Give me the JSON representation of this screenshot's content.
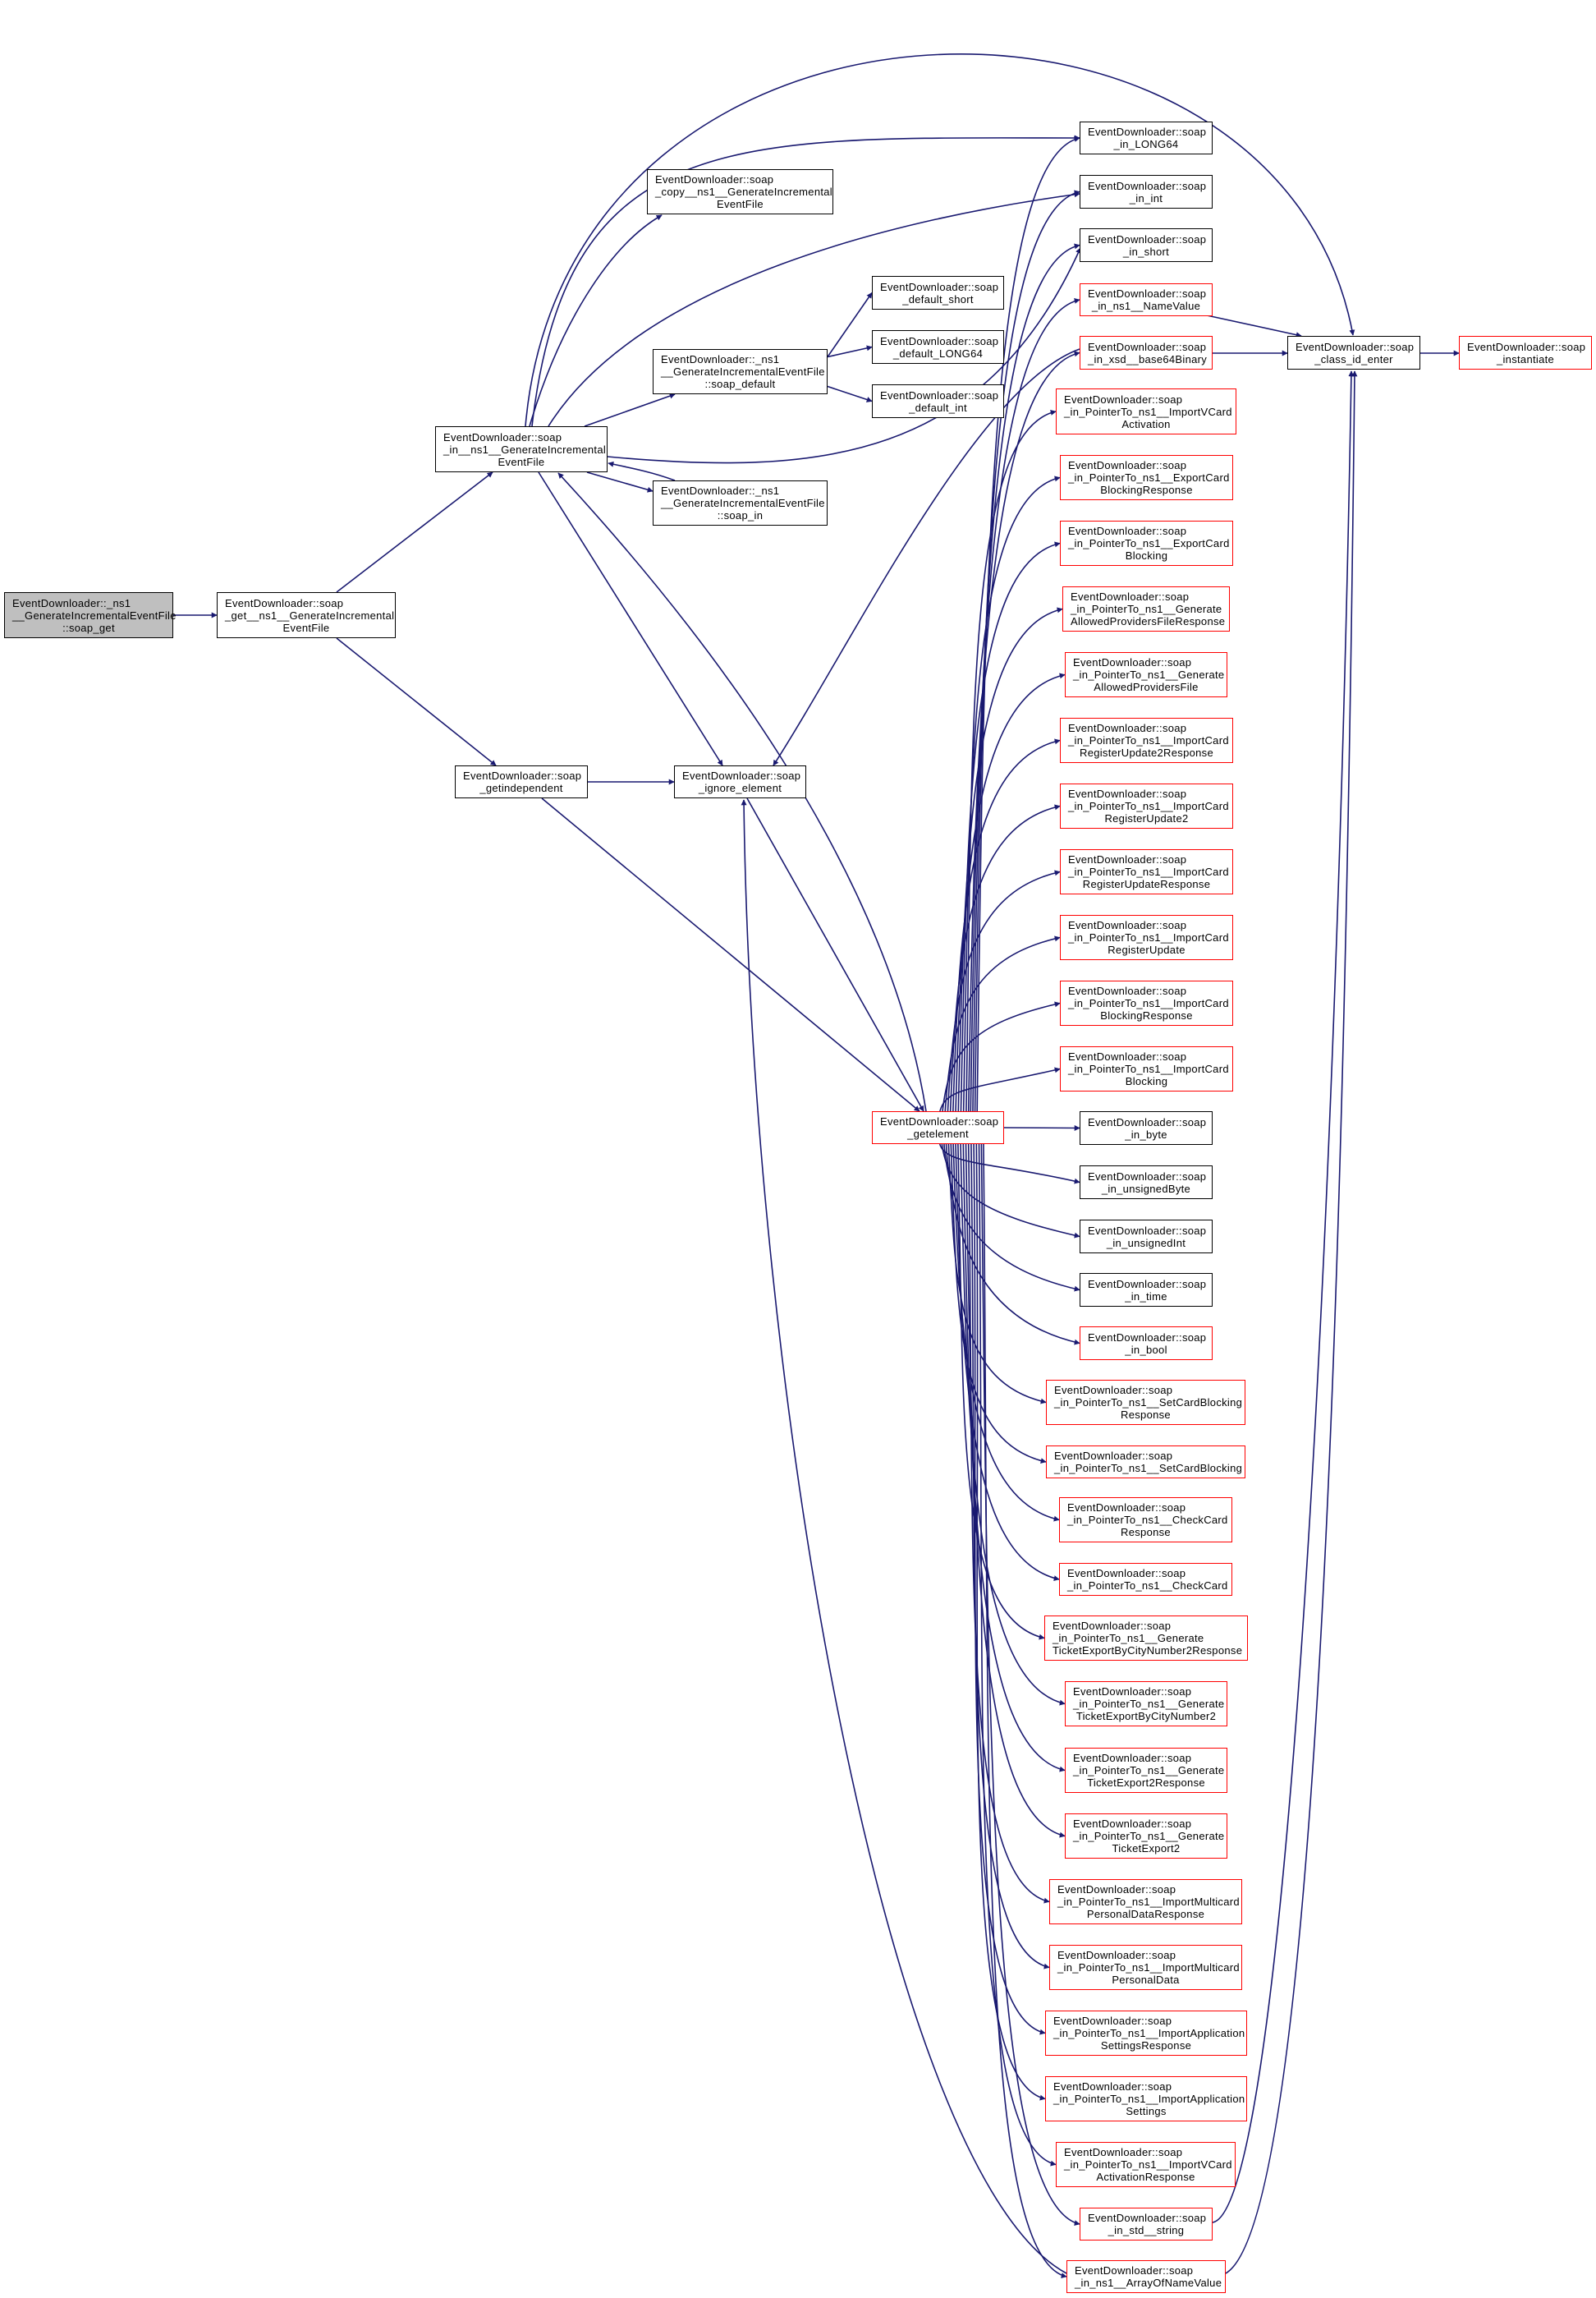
{
  "graph": {
    "colors": {
      "edge": "#191970",
      "normal_border": "#000000",
      "red_border": "#ff0000",
      "root_fill": "#bfbfbf"
    },
    "nodes": [
      {
        "id": "root",
        "style": "root",
        "lines": [
          "EventDownloader::_ns1",
          "__GenerateIncrementalEventFile",
          "::soap_get"
        ]
      },
      {
        "id": "get",
        "style": "normal",
        "lines": [
          "EventDownloader::soap",
          "_get__ns1__GenerateIncremental",
          "EventFile"
        ]
      },
      {
        "id": "in_gief",
        "style": "normal",
        "lines": [
          "EventDownloader::soap",
          "_in__ns1__GenerateIncremental",
          "EventFile"
        ]
      },
      {
        "id": "copy",
        "style": "normal",
        "lines": [
          "EventDownloader::soap",
          "_copy__ns1__GenerateIncremental",
          "EventFile"
        ]
      },
      {
        "id": "default",
        "style": "normal",
        "lines": [
          "EventDownloader::_ns1",
          "__GenerateIncrementalEventFile",
          "::soap_default"
        ]
      },
      {
        "id": "nsin",
        "style": "normal",
        "lines": [
          "EventDownloader::_ns1",
          "__GenerateIncrementalEventFile",
          "::soap_in"
        ]
      },
      {
        "id": "dshort",
        "style": "normal",
        "lines": [
          "EventDownloader::soap",
          "_default_short"
        ]
      },
      {
        "id": "dlong",
        "style": "normal",
        "lines": [
          "EventDownloader::soap",
          "_default_LONG64"
        ]
      },
      {
        "id": "dint",
        "style": "normal",
        "lines": [
          "EventDownloader::soap",
          "_default_int"
        ]
      },
      {
        "id": "indep",
        "style": "normal",
        "lines": [
          "EventDownloader::soap",
          "_getindependent"
        ]
      },
      {
        "id": "ignore",
        "style": "normal",
        "lines": [
          "EventDownloader::soap",
          "_ignore_element"
        ]
      },
      {
        "id": "getel",
        "style": "red",
        "lines": [
          "EventDownloader::soap",
          "_getelement"
        ]
      },
      {
        "id": "long64",
        "style": "normal",
        "lines": [
          "EventDownloader::soap",
          "_in_LONG64"
        ]
      },
      {
        "id": "int",
        "style": "normal",
        "lines": [
          "EventDownloader::soap",
          "_in_int"
        ]
      },
      {
        "id": "short",
        "style": "normal",
        "lines": [
          "EventDownloader::soap",
          "_in_short"
        ]
      },
      {
        "id": "namevalue",
        "style": "red",
        "lines": [
          "EventDownloader::soap",
          "_in_ns1__NameValue"
        ]
      },
      {
        "id": "base64",
        "style": "red",
        "lines": [
          "EventDownloader::soap",
          "_in_xsd__base64Binary"
        ]
      },
      {
        "id": "cid",
        "style": "normal",
        "lines": [
          "EventDownloader::soap",
          "_class_id_enter"
        ]
      },
      {
        "id": "inst",
        "style": "red",
        "lines": [
          "EventDownloader::soap",
          "_instantiate"
        ]
      },
      {
        "id": "vcard",
        "style": "red",
        "lines": [
          "EventDownloader::soap",
          "_in_PointerTo_ns1__ImportVCard",
          "Activation"
        ]
      },
      {
        "id": "ecbr",
        "style": "red",
        "lines": [
          "EventDownloader::soap",
          "_in_PointerTo_ns1__ExportCard",
          "BlockingResponse"
        ]
      },
      {
        "id": "ecb",
        "style": "red",
        "lines": [
          "EventDownloader::soap",
          "_in_PointerTo_ns1__ExportCard",
          "Blocking"
        ]
      },
      {
        "id": "gapfr",
        "style": "red",
        "lines": [
          "EventDownloader::soap",
          "_in_PointerTo_ns1__Generate",
          "AllowedProvidersFileResponse"
        ]
      },
      {
        "id": "gapf",
        "style": "red",
        "lines": [
          "EventDownloader::soap",
          "_in_PointerTo_ns1__Generate",
          "AllowedProvidersFile"
        ]
      },
      {
        "id": "ru2r",
        "style": "red",
        "lines": [
          "EventDownloader::soap",
          "_in_PointerTo_ns1__ImportCard",
          "RegisterUpdate2Response"
        ]
      },
      {
        "id": "ru2",
        "style": "red",
        "lines": [
          "EventDownloader::soap",
          "_in_PointerTo_ns1__ImportCard",
          "RegisterUpdate2"
        ]
      },
      {
        "id": "rur",
        "style": "red",
        "lines": [
          "EventDownloader::soap",
          "_in_PointerTo_ns1__ImportCard",
          "RegisterUpdateResponse"
        ]
      },
      {
        "id": "ru",
        "style": "red",
        "lines": [
          "EventDownloader::soap",
          "_in_PointerTo_ns1__ImportCard",
          "RegisterUpdate"
        ]
      },
      {
        "id": "icbr",
        "style": "red",
        "lines": [
          "EventDownloader::soap",
          "_in_PointerTo_ns1__ImportCard",
          "BlockingResponse"
        ]
      },
      {
        "id": "icb",
        "style": "red",
        "lines": [
          "EventDownloader::soap",
          "_in_PointerTo_ns1__ImportCard",
          "Blocking"
        ]
      },
      {
        "id": "byte",
        "style": "normal",
        "lines": [
          "EventDownloader::soap",
          "_in_byte"
        ]
      },
      {
        "id": "ubyte",
        "style": "normal",
        "lines": [
          "EventDownloader::soap",
          "_in_unsignedByte"
        ]
      },
      {
        "id": "uint",
        "style": "normal",
        "lines": [
          "EventDownloader::soap",
          "_in_unsignedInt"
        ]
      },
      {
        "id": "time",
        "style": "normal",
        "lines": [
          "EventDownloader::soap",
          "_in_time"
        ]
      },
      {
        "id": "bool",
        "style": "red",
        "lines": [
          "EventDownloader::soap",
          "_in_bool"
        ]
      },
      {
        "id": "scbr",
        "style": "red",
        "lines": [
          "EventDownloader::soap",
          "_in_PointerTo_ns1__SetCardBlocking",
          "Response"
        ]
      },
      {
        "id": "scb",
        "style": "red",
        "lines": [
          "EventDownloader::soap",
          "_in_PointerTo_ns1__SetCardBlocking"
        ]
      },
      {
        "id": "ccr",
        "style": "red",
        "lines": [
          "EventDownloader::soap",
          "_in_PointerTo_ns1__CheckCard",
          "Response"
        ]
      },
      {
        "id": "cc",
        "style": "red",
        "lines": [
          "EventDownloader::soap",
          "_in_PointerTo_ns1__CheckCard"
        ]
      },
      {
        "id": "tebr",
        "style": "red",
        "lines": [
          "EventDownloader::soap",
          "_in_PointerTo_ns1__Generate",
          "TicketExportByCityNumber2Response"
        ]
      },
      {
        "id": "teb",
        "style": "red",
        "lines": [
          "EventDownloader::soap",
          "_in_PointerTo_ns1__Generate",
          "TicketExportByCityNumber2"
        ]
      },
      {
        "id": "te2r",
        "style": "red",
        "lines": [
          "EventDownloader::soap",
          "_in_PointerTo_ns1__Generate",
          "TicketExport2Response"
        ]
      },
      {
        "id": "te2",
        "style": "red",
        "lines": [
          "EventDownloader::soap",
          "_in_PointerTo_ns1__Generate",
          "TicketExport2"
        ]
      },
      {
        "id": "mpdr",
        "style": "red",
        "lines": [
          "EventDownloader::soap",
          "_in_PointerTo_ns1__ImportMulticard",
          "PersonalDataResponse"
        ]
      },
      {
        "id": "mpd",
        "style": "red",
        "lines": [
          "EventDownloader::soap",
          "_in_PointerTo_ns1__ImportMulticard",
          "PersonalData"
        ]
      },
      {
        "id": "iasr",
        "style": "red",
        "lines": [
          "EventDownloader::soap",
          "_in_PointerTo_ns1__ImportApplication",
          "SettingsResponse"
        ]
      },
      {
        "id": "ias",
        "style": "red",
        "lines": [
          "EventDownloader::soap",
          "_in_PointerTo_ns1__ImportApplication",
          "Settings"
        ]
      },
      {
        "id": "vcar",
        "style": "red",
        "lines": [
          "EventDownloader::soap",
          "_in_PointerTo_ns1__ImportVCard",
          "ActivationResponse"
        ]
      },
      {
        "id": "str",
        "style": "red",
        "lines": [
          "EventDownloader::soap",
          "_in_std__string"
        ]
      },
      {
        "id": "arr",
        "style": "red",
        "lines": [
          "EventDownloader::soap",
          "_in_ns1__ArrayOfNameValue"
        ]
      }
    ],
    "edges": [
      [
        "root",
        "get"
      ],
      [
        "get",
        "in_gief"
      ],
      [
        "get",
        "indep"
      ],
      [
        "in_gief",
        "copy"
      ],
      [
        "in_gief",
        "default"
      ],
      [
        "in_gief",
        "nsin"
      ],
      [
        "nsin",
        "in_gief"
      ],
      [
        "in_gief",
        "long64"
      ],
      [
        "in_gief",
        "int"
      ],
      [
        "in_gief",
        "short"
      ],
      [
        "in_gief",
        "cid"
      ],
      [
        "in_gief",
        "ignore"
      ],
      [
        "default",
        "dshort"
      ],
      [
        "default",
        "dlong"
      ],
      [
        "default",
        "dint"
      ],
      [
        "indep",
        "ignore"
      ],
      [
        "indep",
        "getel"
      ],
      [
        "ignore",
        "getel"
      ],
      [
        "getel",
        "in_gief"
      ],
      [
        "getel",
        "long64"
      ],
      [
        "getel",
        "int"
      ],
      [
        "getel",
        "short"
      ],
      [
        "getel",
        "namevalue"
      ],
      [
        "getel",
        "base64"
      ],
      [
        "getel",
        "vcard"
      ],
      [
        "getel",
        "ecbr"
      ],
      [
        "getel",
        "ecb"
      ],
      [
        "getel",
        "gapfr"
      ],
      [
        "getel",
        "gapf"
      ],
      [
        "getel",
        "ru2r"
      ],
      [
        "getel",
        "ru2"
      ],
      [
        "getel",
        "rur"
      ],
      [
        "getel",
        "ru"
      ],
      [
        "getel",
        "icbr"
      ],
      [
        "getel",
        "icb"
      ],
      [
        "getel",
        "byte"
      ],
      [
        "getel",
        "ubyte"
      ],
      [
        "getel",
        "uint"
      ],
      [
        "getel",
        "time"
      ],
      [
        "getel",
        "bool"
      ],
      [
        "getel",
        "scbr"
      ],
      [
        "getel",
        "scb"
      ],
      [
        "getel",
        "ccr"
      ],
      [
        "getel",
        "cc"
      ],
      [
        "getel",
        "tebr"
      ],
      [
        "getel",
        "teb"
      ],
      [
        "getel",
        "te2r"
      ],
      [
        "getel",
        "te2"
      ],
      [
        "getel",
        "mpdr"
      ],
      [
        "getel",
        "mpd"
      ],
      [
        "getel",
        "iasr"
      ],
      [
        "getel",
        "ias"
      ],
      [
        "getel",
        "vcar"
      ],
      [
        "getel",
        "str"
      ],
      [
        "getel",
        "arr"
      ],
      [
        "namevalue",
        "cid"
      ],
      [
        "base64",
        "cid"
      ],
      [
        "base64",
        "ignore"
      ],
      [
        "cid",
        "inst"
      ],
      [
        "str",
        "cid"
      ],
      [
        "arr",
        "cid"
      ],
      [
        "arr",
        "ignore"
      ]
    ]
  }
}
